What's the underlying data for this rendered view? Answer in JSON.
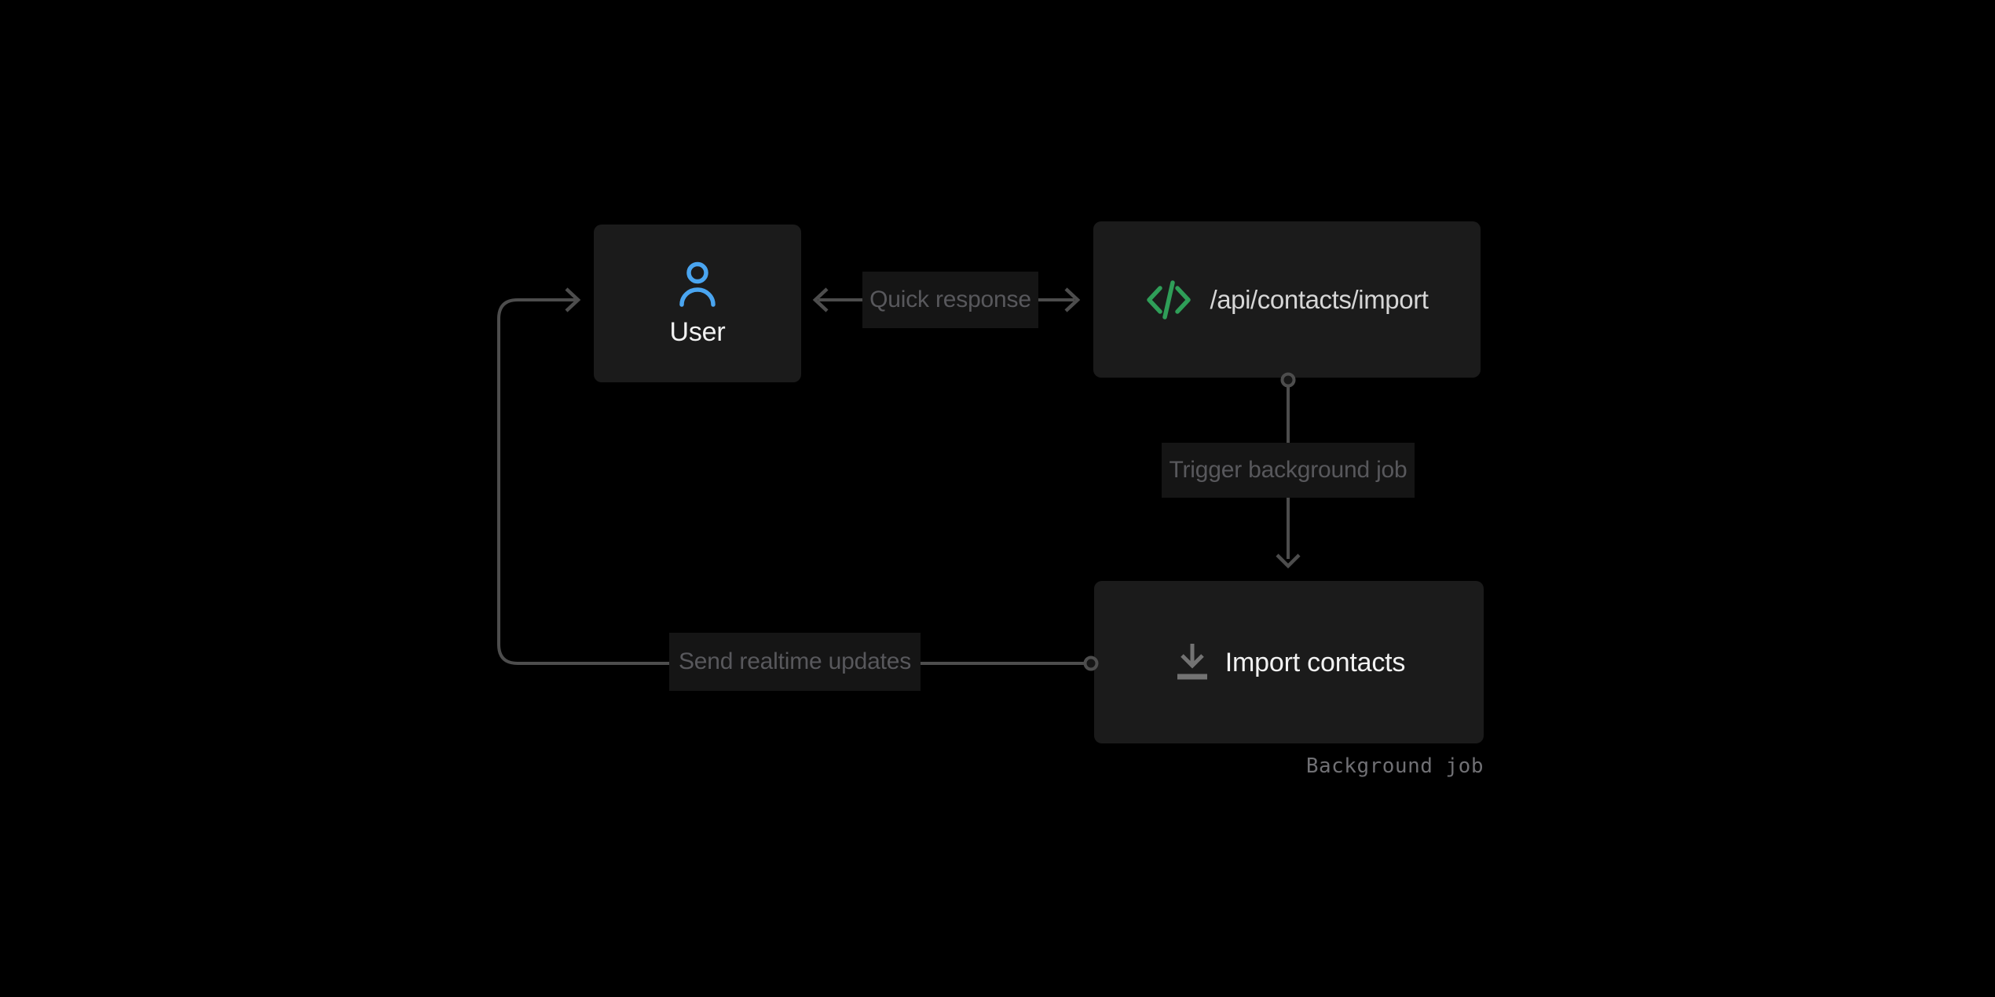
{
  "diagram": {
    "nodes": {
      "user": {
        "label": "User",
        "icon": "user-icon"
      },
      "api": {
        "label": "/api/contacts/import",
        "icon": "code-icon"
      },
      "import_job": {
        "label": "Import contacts",
        "icon": "download-icon",
        "caption": "Background job"
      }
    },
    "edges": {
      "quick_response": {
        "label": "Quick response",
        "style": "double-headed-horizontal-arrow"
      },
      "trigger_job": {
        "label": "Trigger background job",
        "style": "vertical-arrow-from-port"
      },
      "realtime_updates": {
        "label": "Send realtime updates",
        "style": "left-loop-arrow-from-port"
      }
    },
    "colors": {
      "background": "#000000",
      "node_fill": "#1b1b1b",
      "label_fill": "#151515",
      "line": "#4d4d4d",
      "label_text": "#58585c",
      "caption_text": "#707074",
      "node_text": "#f2f2f2",
      "api_text": "#d6d6d6",
      "user_icon": "#4aa5f0",
      "code_icon": "#2f9e58",
      "download_icon": "#737373"
    }
  }
}
